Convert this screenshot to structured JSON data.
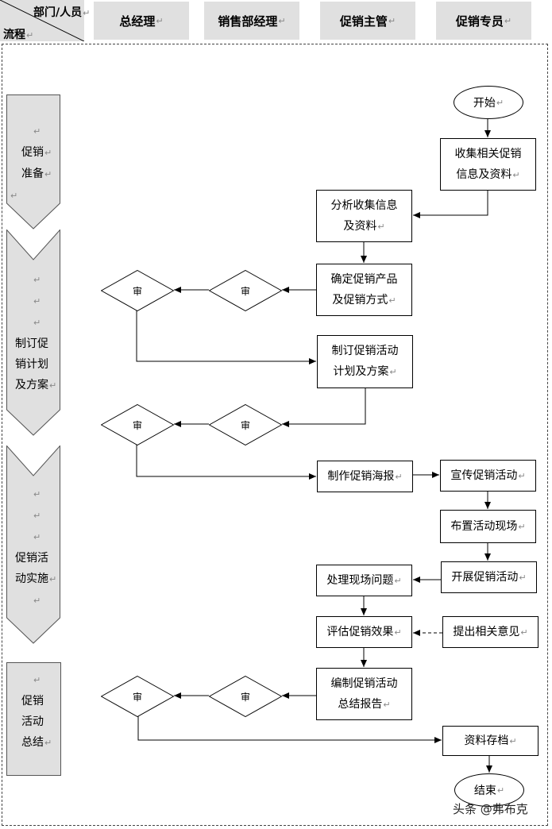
{
  "header": {
    "corner_top": "部门/人员",
    "corner_bottom": "流程",
    "columns": [
      "总经理",
      "销售部经理",
      "促销主管",
      "促销专员"
    ]
  },
  "phases": [
    {
      "lines": [
        "",
        "促销",
        "准备",
        ""
      ]
    },
    {
      "lines": [
        "",
        "",
        "",
        "制订促",
        "销计划",
        "及方案"
      ]
    },
    {
      "lines": [
        "",
        "",
        "",
        "促销活",
        "动实施",
        ""
      ]
    },
    {
      "lines": [
        "",
        "促销",
        "活动",
        "总结"
      ]
    }
  ],
  "nodes": {
    "start": "开始",
    "collect": [
      "收集相关促销",
      "信息及资料"
    ],
    "analyze": [
      "分析收集信息",
      "及资料"
    ],
    "determine": [
      "确定促销产品",
      "及促销方式"
    ],
    "plan": [
      "制订促销活动",
      "计划及方案"
    ],
    "poster": [
      "制作促销海报"
    ],
    "promote": [
      "宣传促销活动"
    ],
    "setup": [
      "布置活动现场"
    ],
    "conduct": [
      "开展促销活动"
    ],
    "handle": [
      "处理现场问题"
    ],
    "evaluate": [
      "评估促销效果"
    ],
    "suggest": [
      "提出相关意见"
    ],
    "report": [
      "编制促销活动",
      "总结报告"
    ],
    "archive": [
      "资料存档"
    ],
    "end": "结束",
    "review": "审"
  },
  "watermark": "头条 @弗布克"
}
